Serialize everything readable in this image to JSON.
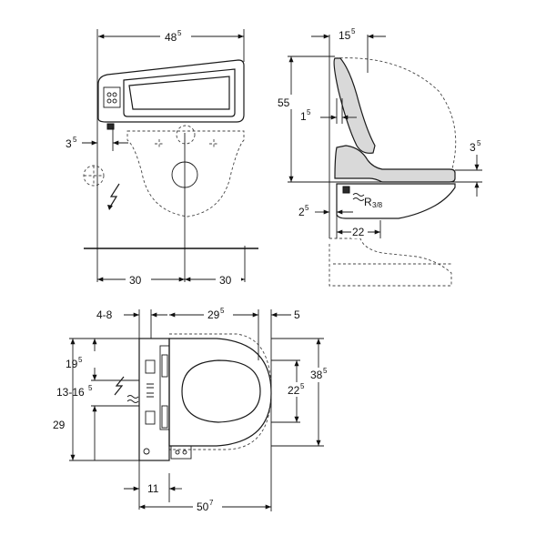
{
  "front_view": {
    "overall_width": "48",
    "overall_width_sup": "5",
    "side_offset": "3",
    "side_offset_sup": "5",
    "half_width_left": "30",
    "half_width_right": "30"
  },
  "side_view": {
    "top_depth": "15",
    "top_depth_sup": "5",
    "height": "55",
    "lid_gap": "1",
    "lid_gap_sup": "5",
    "seat_height": "3",
    "seat_height_sup": "5",
    "pipe_offset": "2",
    "pipe_offset_sup": "5",
    "pipe_thread": "R",
    "pipe_thread_frac": "3/8",
    "pipe_depth": "22"
  },
  "plan_view": {
    "left_range": "4-8",
    "seat_length": "29",
    "seat_length_sup": "5",
    "front_gap": "5",
    "upper_height": "19",
    "upper_height_sup": "5",
    "mid_range": "13-16",
    "mid_range_sup": "5",
    "lower_height": "29",
    "inner_width": "22",
    "inner_width_sup": "5",
    "total_width": "38",
    "total_width_sup": "5",
    "back_offset": "11",
    "overall_length": "50",
    "overall_length_sup": "7"
  }
}
